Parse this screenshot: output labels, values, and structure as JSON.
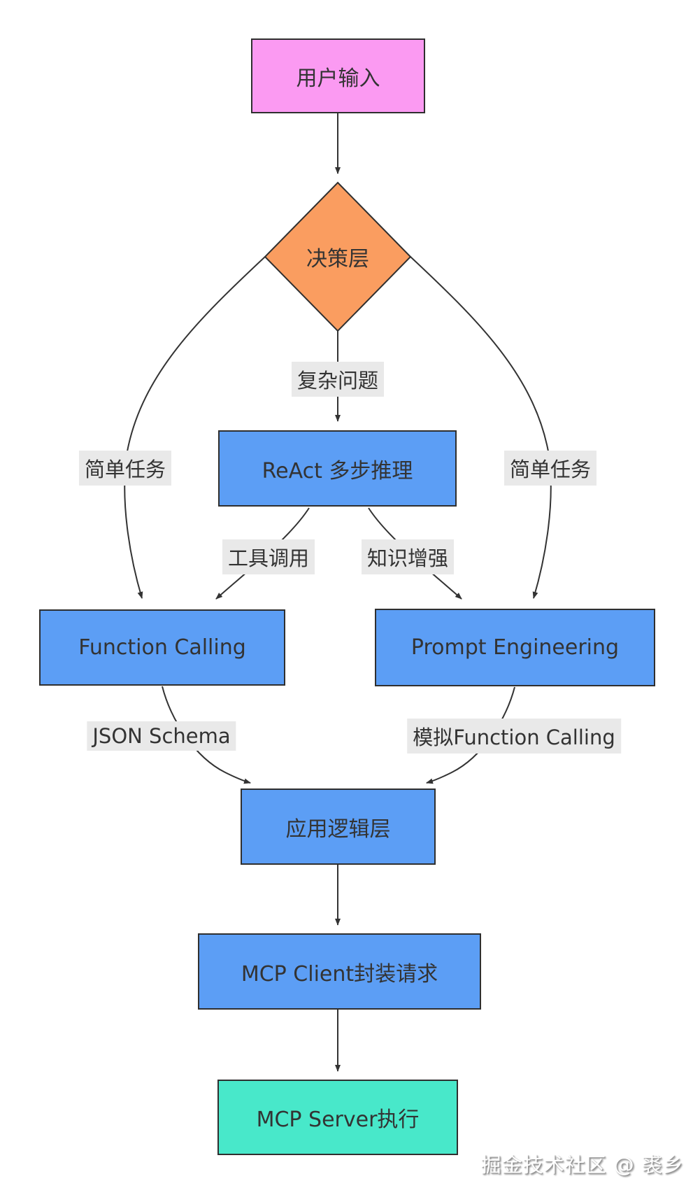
{
  "diagram": {
    "type": "flowchart",
    "nodes": {
      "user_input": {
        "label": "用户输入",
        "shape": "rect",
        "fill": "#fb9af2"
      },
      "decision": {
        "label": "决策层",
        "shape": "diamond",
        "fill": "#fa9d60"
      },
      "react": {
        "label": "ReAct 多步推理",
        "shape": "rect",
        "fill": "#5c9ef5"
      },
      "function_calling": {
        "label": "Function Calling",
        "shape": "rect",
        "fill": "#5c9ef5"
      },
      "prompt_engineering": {
        "label": "Prompt Engineering",
        "shape": "rect",
        "fill": "#5c9ef5"
      },
      "app_logic": {
        "label": "应用逻辑层",
        "shape": "rect",
        "fill": "#5c9ef5"
      },
      "mcp_client": {
        "label": "MCP Client封装请求",
        "shape": "rect",
        "fill": "#5c9ef5"
      },
      "mcp_server": {
        "label": "MCP Server执行",
        "shape": "rect",
        "fill": "#48e8ca"
      }
    },
    "edge_labels": {
      "complex": "复杂问题",
      "simple_left": "简单任务",
      "simple_right": "简单任务",
      "tool_call": "工具调用",
      "knowledge": "知识增强",
      "json_schema": "JSON Schema",
      "simulate_fc": "模拟Function Calling"
    },
    "edges": [
      {
        "from": "用户输入",
        "to": "决策层",
        "label": ""
      },
      {
        "from": "决策层",
        "to": "ReAct 多步推理",
        "label": "复杂问题"
      },
      {
        "from": "决策层",
        "to": "Function Calling",
        "label": "简单任务"
      },
      {
        "from": "决策层",
        "to": "Prompt Engineering",
        "label": "简单任务"
      },
      {
        "from": "ReAct 多步推理",
        "to": "Function Calling",
        "label": "工具调用"
      },
      {
        "from": "ReAct 多步推理",
        "to": "Prompt Engineering",
        "label": "知识增强"
      },
      {
        "from": "Function Calling",
        "to": "应用逻辑层",
        "label": "JSON Schema"
      },
      {
        "from": "Prompt Engineering",
        "to": "应用逻辑层",
        "label": "模拟Function Calling"
      },
      {
        "from": "应用逻辑层",
        "to": "MCP Client封装请求",
        "label": ""
      },
      {
        "from": "MCP Client封装请求",
        "to": "MCP Server执行",
        "label": ""
      }
    ],
    "colors": {
      "node_border": "#2f2f2f",
      "edge_stroke": "#333333",
      "edge_label_bg": "#e9e9e9",
      "text": "#333333",
      "background": "#ffffff"
    },
    "watermark": "掘金技术社区 @ 裘乡"
  }
}
